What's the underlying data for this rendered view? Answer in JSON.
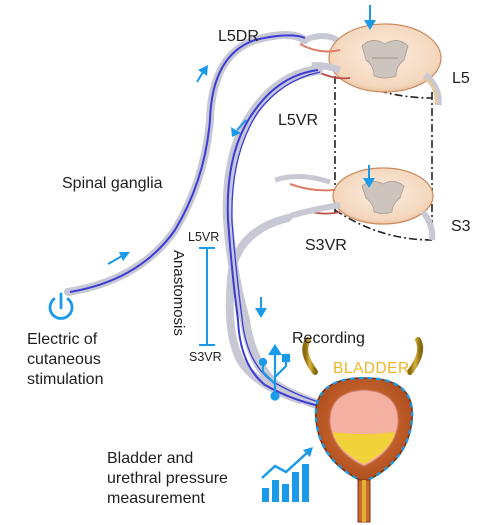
{
  "labels": {
    "l5dr": "L5DR",
    "l5": "L5",
    "l5vr": "L5VR",
    "spinal_ganglia": "Spinal ganglia",
    "s3": "S3",
    "s3vr": "S3VR",
    "anastomosis": "Anastomosis",
    "bar_top": "L5VR",
    "bar_bottom": "S3VR",
    "recording": "Recording",
    "bladder": "BLADDER",
    "stimulation": "Electric of cutaneous stimulation",
    "stim_line1": "Electric of",
    "stim_line2": "cutaneous",
    "stim_line3": "stimulation",
    "measurement_line1": "Bladder and",
    "measurement_line2": "urethral pressure",
    "measurement_line3": "measurement"
  },
  "icons": {
    "power": "power-icon",
    "usb": "usb-icon",
    "chart": "bar-chart-trend-icon",
    "arrow": "direction-arrow-icon"
  },
  "colors": {
    "nerve": "#3b3bd6",
    "accent": "#1a9ae8",
    "bladder_outer": "#c8642a",
    "bladder_inner": "#f0a898",
    "urine": "#f2d23a",
    "cord": "#f6e0c8",
    "grey_matter": "#c9c1bb",
    "gold": "#b8901c"
  }
}
